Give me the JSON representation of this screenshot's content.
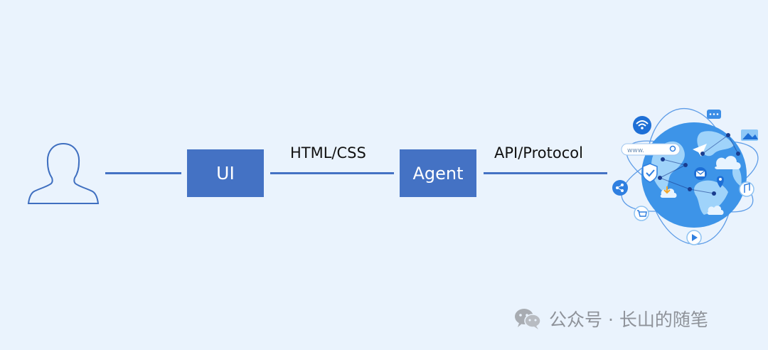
{
  "diagram": {
    "nodes": {
      "user": {
        "icon": "user-silhouette-icon"
      },
      "ui": {
        "label": "UI"
      },
      "agent": {
        "label": "Agent"
      },
      "internet": {
        "icon": "globe-network-icon"
      }
    },
    "edges": [
      {
        "from": "user",
        "to": "ui",
        "label": ""
      },
      {
        "from": "ui",
        "to": "agent",
        "label": "HTML/CSS"
      },
      {
        "from": "agent",
        "to": "internet",
        "label": "API/Protocol"
      }
    ],
    "colors": {
      "background": "#eaf3fd",
      "box": "#4472c4",
      "box_text": "#ffffff",
      "line": "#4472c4",
      "globe_dark": "#1e6fd6",
      "globe_light": "#7cc3f5"
    },
    "search_bar_text": "www."
  },
  "watermark": {
    "icon": "wechat-icon",
    "text": "公众号 · 长山的随笔"
  }
}
